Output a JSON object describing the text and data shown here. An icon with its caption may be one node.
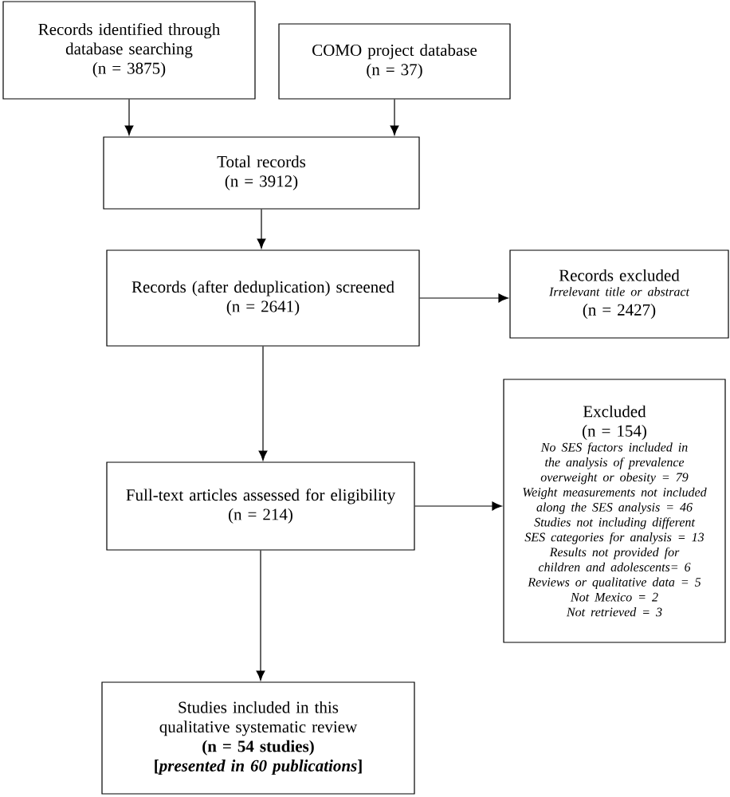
{
  "diagram": {
    "nodes": [
      {
        "text": [
          "Records identified through database searching",
          "(n = 3875)"
        ]
      },
      {
        "text": [
          "COMO project database",
          "(n = 37)"
        ]
      },
      {
        "text": [
          "Total records",
          "(n = 3912)"
        ]
      },
      {
        "text": [
          "Records (after deduplication) screened",
          "(n = 2641)"
        ]
      },
      {
        "text": [
          "Records excluded",
          "Irrelevant title or abstract",
          "(n = 2427)"
        ]
      },
      {
        "text": [
          "Full-text articles assessed for eligibility",
          "(n = 214)"
        ]
      },
      {
        "text": [
          "Excluded",
          "(n = 154)",
          "No SES factors included in the analysis of prevalence overweight or obesity = 79",
          "Weight measurements not included along the SES analysis = 46",
          "Studies not including different SES categories for analysis = 13",
          "Results not provided for children and adolescents= 6",
          "Reviews or qualitative data = 5",
          "Not Mexico = 2",
          "Not retrieved = 3"
        ]
      },
      {
        "text": [
          "Studies included in this qualitative systematic review",
          "(n = 54 studies)",
          "[*presented in 60 publications*]"
        ]
      }
    ],
    "edges": [
      {
        "from": 0,
        "to": 2,
        "arrow": "to"
      },
      {
        "from": 1,
        "to": 2,
        "arrow": "to"
      },
      {
        "from": 2,
        "to": 3,
        "arrow": "to"
      },
      {
        "from": 3,
        "to": 4,
        "arrow": "to"
      },
      {
        "from": 3,
        "to": 5,
        "arrow": "to"
      },
      {
        "from": 5,
        "to": 6,
        "arrow": "to"
      },
      {
        "from": 5,
        "to": 7,
        "arrow": "to"
      }
    ]
  }
}
